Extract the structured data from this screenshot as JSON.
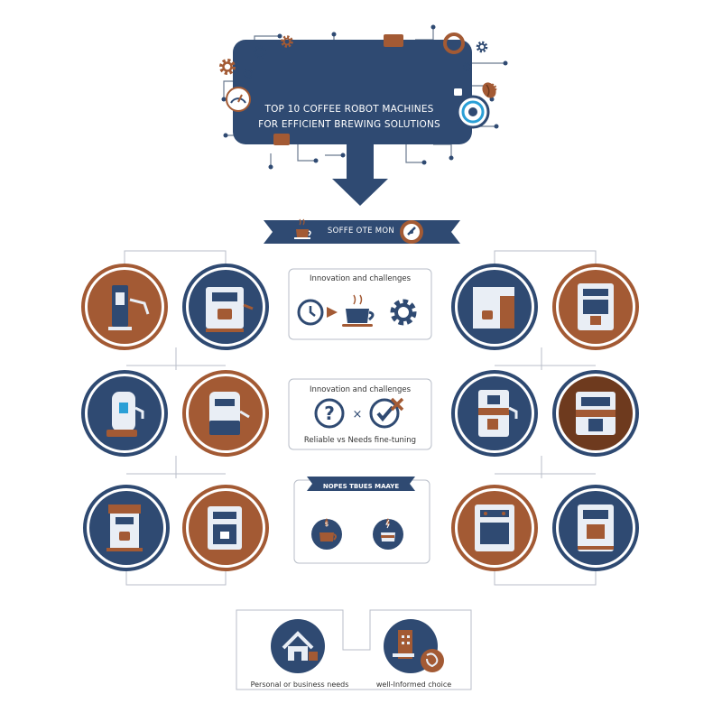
{
  "header": {
    "title_line1": "TOP 10 COFFEE ROBOT MACHINES",
    "title_line2": "FOR EFFICIENT BREWING SOLUTIONS"
  },
  "ribbon": {
    "label": "SOFFE OTE MON"
  },
  "panels": {
    "top_label": "Innovation and challenges",
    "middle_label": "Innovation and challenges",
    "middle_caption": "Reliable vs Needs fine-tuning",
    "bottom_ribbon": "NOPES TBUES MAAYE"
  },
  "bottom": {
    "left_caption": "Personal or business needs",
    "right_caption": "well-Informed choice"
  },
  "colors": {
    "navy": "#2f4a72",
    "brown": "#a35a34",
    "dark": "#243552"
  }
}
